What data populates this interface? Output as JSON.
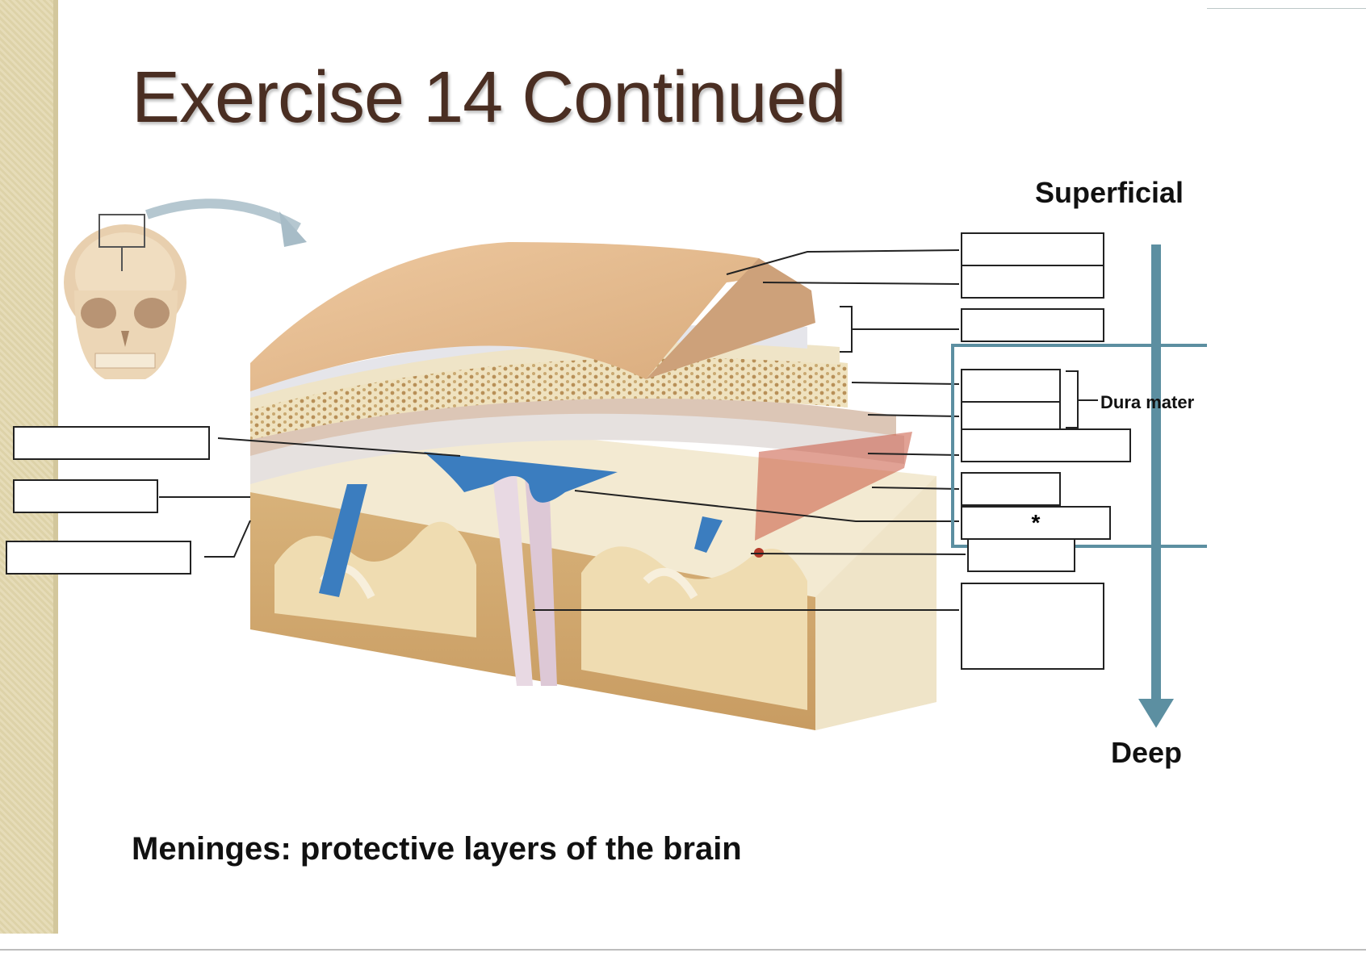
{
  "slide": {
    "title": "Exercise 14 Continued",
    "caption": "Meninges: protective layers of the brain"
  },
  "diagram": {
    "superficial_label": "Superficial",
    "deep_label": "Deep",
    "dura_mater_label": "Dura mater",
    "blank_box_mark": "*"
  },
  "colors": {
    "title": "#4a2e22",
    "arrow": "#5c8fa1",
    "sinus_blue": "#3b7dbf",
    "skin": "#e3b98d",
    "bone": "#e9dcb8"
  }
}
